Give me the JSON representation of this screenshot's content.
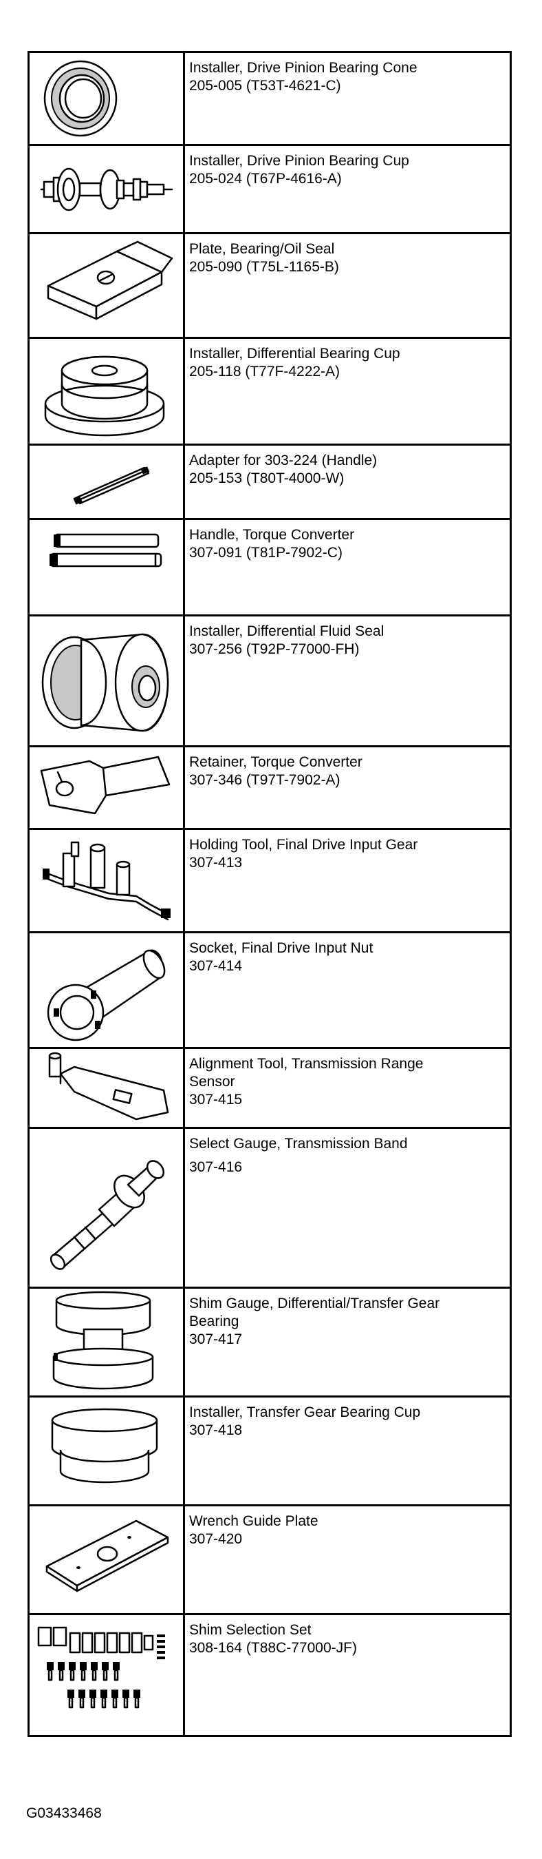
{
  "tools": [
    {
      "name": "Installer, Drive Pinion Bearing Cone",
      "number": "205-005 (T53T-4621-C)",
      "icon": "bearing-cone-installer-icon"
    },
    {
      "name": "Installer, Drive Pinion Bearing Cup",
      "number": "205-024 (T67P-4616-A)",
      "icon": "bearing-cup-installer-icon"
    },
    {
      "name": "Plate, Bearing/Oil Seal",
      "number": "205-090 (T75L-1165-B)",
      "icon": "seal-plate-icon"
    },
    {
      "name": "Installer, Differential Bearing Cup",
      "number": "205-118 (T77F-4222-A)",
      "icon": "differential-cup-installer-icon"
    },
    {
      "name": "Adapter for 303-224 (Handle)",
      "number": "205-153 (T80T-4000-W)",
      "icon": "handle-adapter-icon"
    },
    {
      "name": "Handle, Torque Converter",
      "number": "307-091 (T81P-7902-C)",
      "icon": "torque-converter-handle-icon"
    },
    {
      "name": "Installer, Differential Fluid Seal",
      "number": "307-256 (T92P-77000-FH)",
      "icon": "fluid-seal-installer-icon"
    },
    {
      "name": "Retainer, Torque Converter",
      "number": "307-346 (T97T-7902-A)",
      "icon": "converter-retainer-icon"
    },
    {
      "name": "Holding Tool, Final Drive Input Gear",
      "number": "307-413",
      "icon": "holding-tool-icon"
    },
    {
      "name": "Socket, Final Drive Input Nut",
      "number": "307-414",
      "icon": "socket-icon"
    },
    {
      "name": "Alignment Tool, Transmission Range\nSensor",
      "number": "307-415",
      "icon": "alignment-tool-icon"
    },
    {
      "name": "Select Gauge, Transmission Band",
      "number": "307-416",
      "icon": "band-gauge-icon"
    },
    {
      "name": "Shim Gauge, Differential/Transfer Gear\nBearing",
      "number": "307-417",
      "icon": "shim-gauge-icon"
    },
    {
      "name": "Installer, Transfer Gear Bearing Cup",
      "number": "307-418",
      "icon": "transfer-cup-installer-icon"
    },
    {
      "name": "Wrench Guide Plate",
      "number": "307-420",
      "icon": "wrench-guide-plate-icon"
    },
    {
      "name": "Shim Selection Set",
      "number": "308-164 (T88C-77000-JF)",
      "icon": "shim-set-icon"
    }
  ],
  "figure_id": "G03433468"
}
